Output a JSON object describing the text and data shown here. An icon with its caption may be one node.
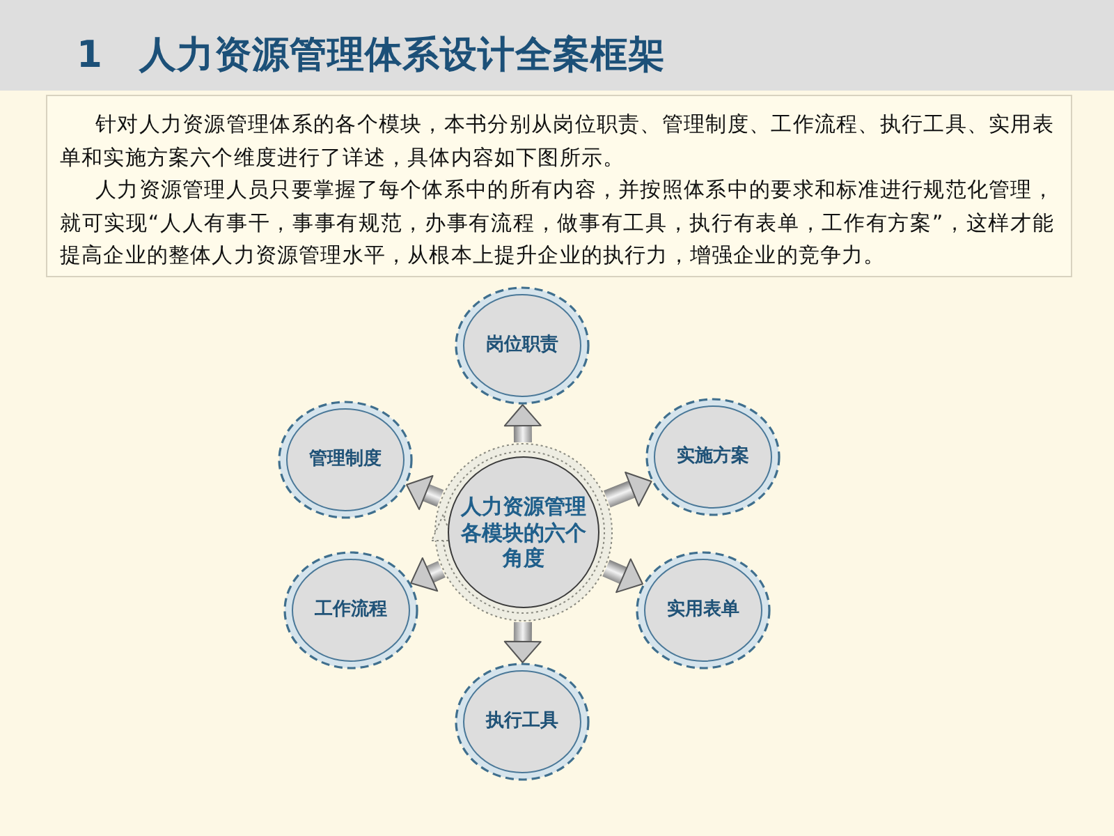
{
  "diagram": {
    "title": "人力资源管理体系设计全案框架",
    "nodes": [
      {
        "text": [
          "针对人力资源管理体系的各个模块，本书分别从岗位职责、管理制度、工作流程、执行工具、实用表单和实施方案六个维度进行了详述，具体内容如下图所示。",
          "人力资源管理人员只要掌握了每个体系中的所有内容，并按照体系中的要求和标准进行规范化管理，就可实现“人人有事干，事事有规范，办事有流程，做事有工具，执行有表单，工作有方案”，这样才能提高企业的整体人力资源管理水平，从根本上提升企业的执行力，增强企业的竞争力。"
        ]
      },
      {
        "text": [
          "岗位职责"
        ]
      },
      {
        "text": [
          "管理制度"
        ]
      },
      {
        "text": [
          "实施方案"
        ]
      },
      {
        "text": [
          "人力资源管理各模块的六个角度"
        ]
      },
      {
        "text": [
          "工作流程"
        ]
      },
      {
        "text": [
          "实用表单"
        ]
      },
      {
        "text": [
          "执行工具"
        ]
      }
    ],
    "edges": [
      {
        "from": 4,
        "to": 1,
        "arrow": "to"
      },
      {
        "from": 4,
        "to": 2,
        "arrow": "to"
      },
      {
        "from": 4,
        "to": 3,
        "arrow": "to"
      },
      {
        "from": 4,
        "to": 5,
        "arrow": "to"
      },
      {
        "from": 4,
        "to": 6,
        "arrow": "to"
      },
      {
        "from": 4,
        "to": 7,
        "arrow": "to"
      }
    ],
    "labels": [
      "1"
    ]
  }
}
